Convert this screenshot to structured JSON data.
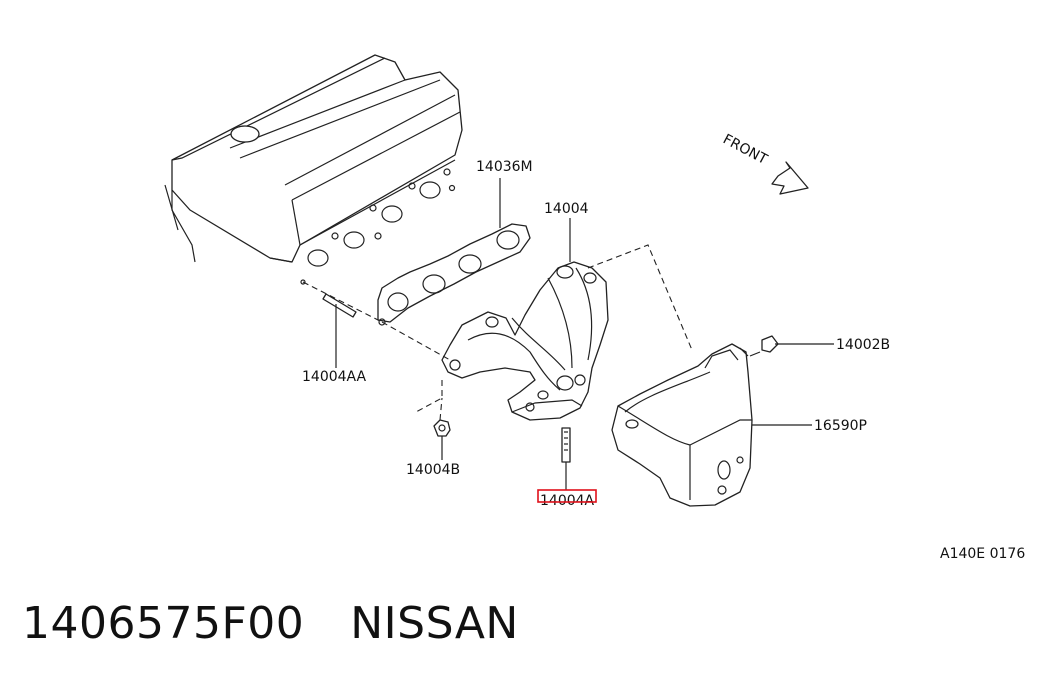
{
  "labels": {
    "gasket": "14036M",
    "manifold": "14004",
    "stud_aa": "14004AA",
    "nut_b": "14004B",
    "stud_a": "14004A",
    "bolt_b": "14002B",
    "cover": "16590P",
    "front": "FRONT",
    "diagram_code": "A140E 0176"
  },
  "footer": {
    "part_number": "1406575F00",
    "brand": "NISSAN"
  },
  "colors": {
    "highlight": "#e0101a",
    "line": "#222222"
  }
}
